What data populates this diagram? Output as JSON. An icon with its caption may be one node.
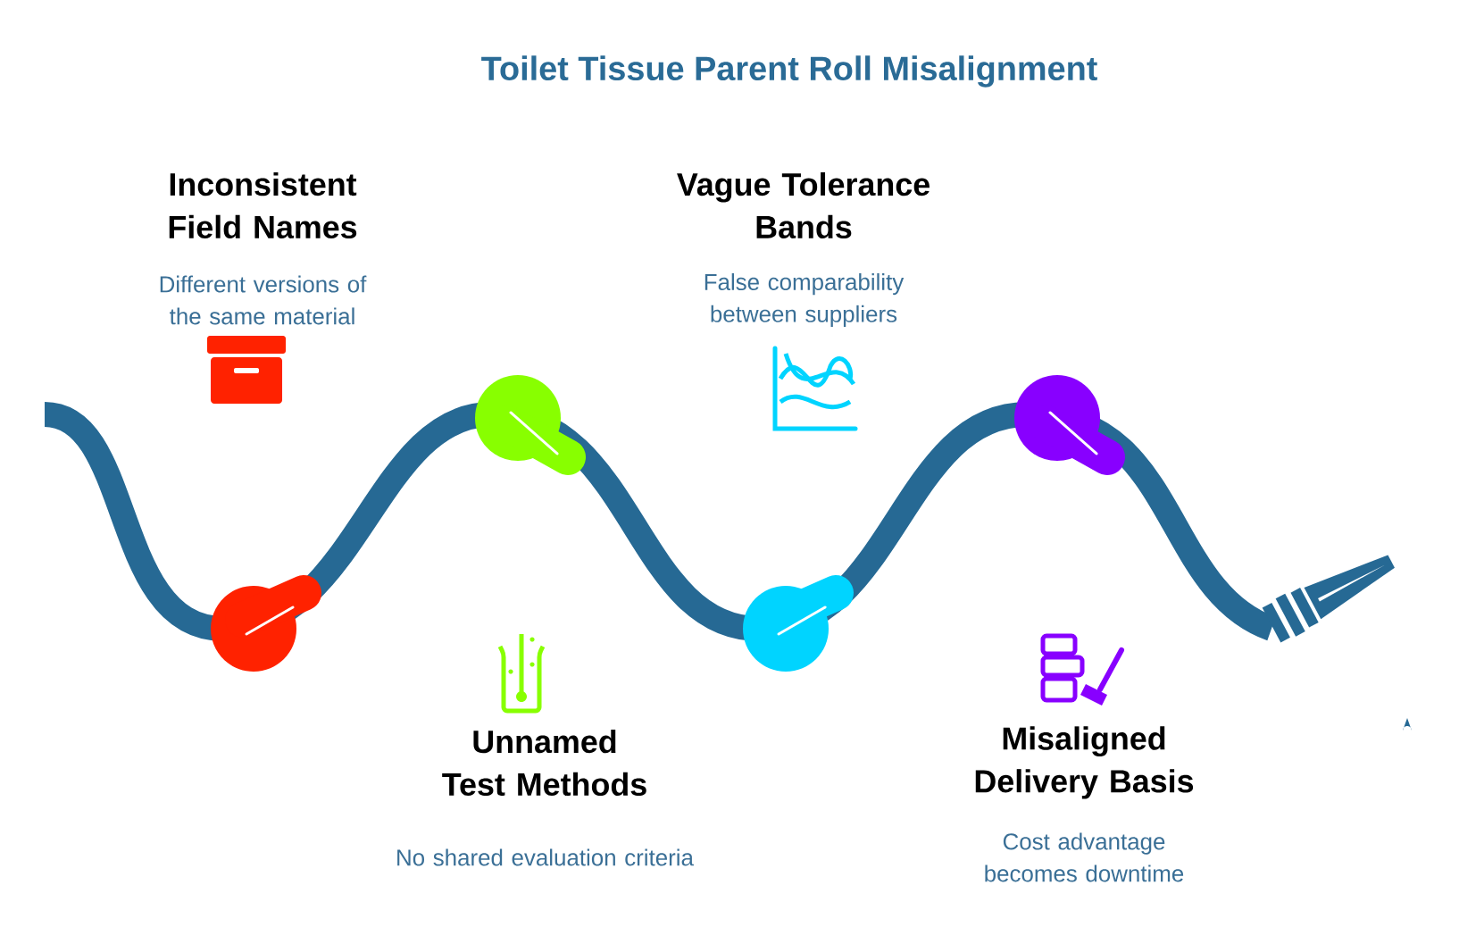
{
  "diagram": {
    "title": "Toilet Tissue Parent Roll Misalignment",
    "labels": [
      "Inconsistent Field Names",
      "Different versions of the same material",
      "Vague Tolerance Bands",
      "False comparability between suppliers",
      "Unnamed Test Methods",
      "No shared evaluation criteria",
      "Misaligned Delivery Basis",
      "Cost advantage becomes downtime"
    ]
  }
}
